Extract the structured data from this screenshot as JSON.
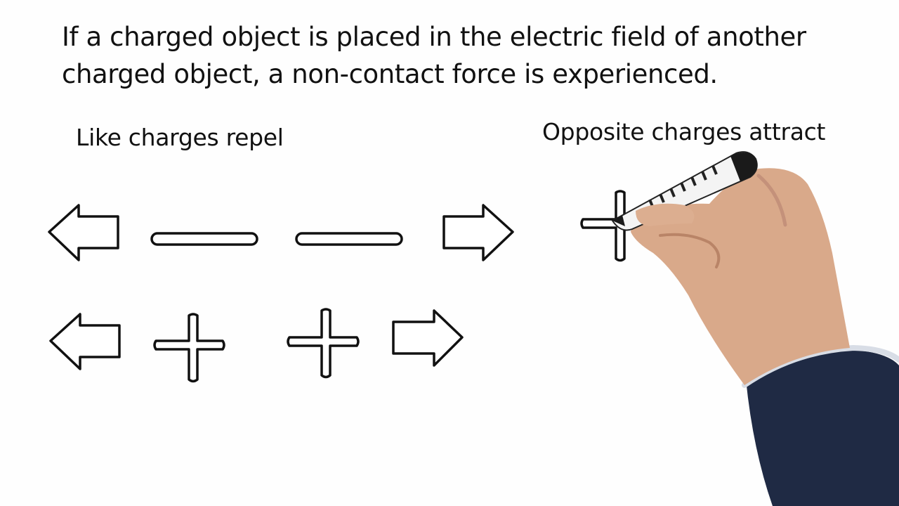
{
  "heading": {
    "line1": "If a charged object is placed in the electric field of another",
    "line2": "charged object, a non-contact force is experienced."
  },
  "labels": {
    "like": "Like charges repel",
    "opposite": "Opposite charges attract"
  },
  "colors": {
    "ink": "#111111",
    "background": "#fefefe",
    "skin": "#d9a98a",
    "sleeve": "#1f2a44"
  }
}
